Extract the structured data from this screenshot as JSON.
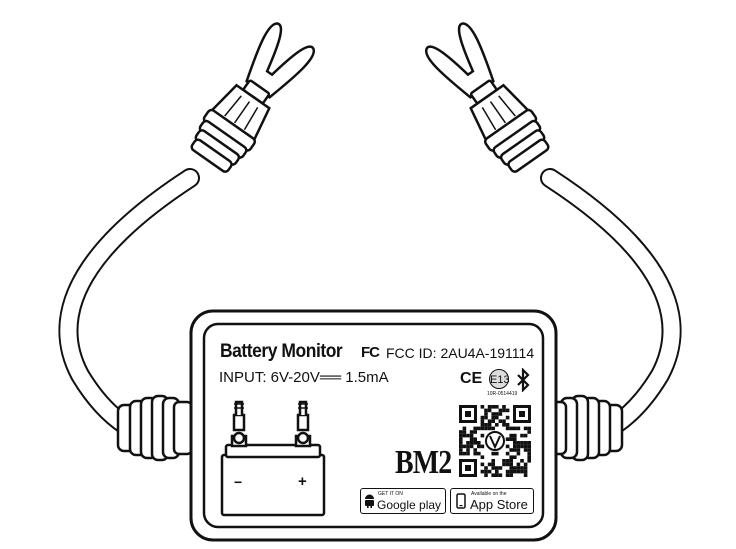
{
  "device": {
    "title": "Battery Monitor",
    "fcc_logo": "FC",
    "fcc_id": "FCC ID: 2AU4A-191114",
    "input": "INPUT:  6V-20V══ 1.5mA",
    "ce_mark": "CE",
    "e_mark": "E13",
    "cert_number": "10R-0514419",
    "model": "BM2",
    "battery_minus": "−",
    "battery_plus": "+",
    "icons": [
      "bluetooth-icon",
      "qr-code",
      "android-icon",
      "phone-icon",
      "battery-illustration",
      "ring-terminal-icon"
    ]
  },
  "stores": {
    "google": {
      "small": "GET IT ON",
      "big": "Google play"
    },
    "apple": {
      "small": "Available on the",
      "big": "App Store"
    }
  }
}
